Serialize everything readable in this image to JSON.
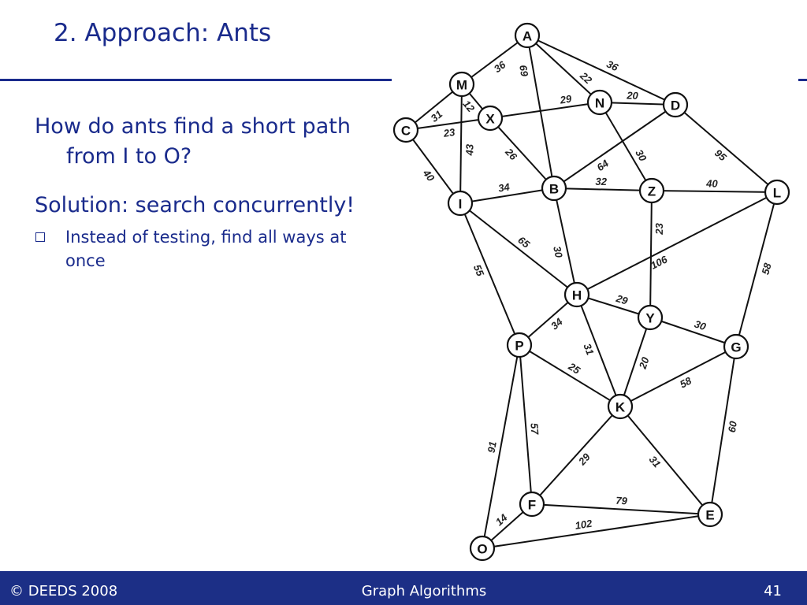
{
  "slide": {
    "title": "2. Approach: Ants",
    "bullet1": "How do ants find a short path from I to O?",
    "bullet2": "Solution: search concurrently!",
    "sub_bullet": "Instead of testing, find all ways at once"
  },
  "footer": {
    "left": "© DEEDS 2008",
    "center": "Graph Algorithms",
    "page": "41"
  },
  "graph": {
    "nodes": [
      "A",
      "M",
      "X",
      "N",
      "D",
      "C",
      "B",
      "Z",
      "L",
      "I",
      "H",
      "Y",
      "P",
      "G",
      "K",
      "F",
      "E",
      "O"
    ],
    "edges": [
      {
        "from": "A",
        "to": "M",
        "weight": "36"
      },
      {
        "from": "A",
        "to": "N",
        "weight": "22"
      },
      {
        "from": "A",
        "to": "D",
        "weight": "36"
      },
      {
        "from": "A",
        "to": "B",
        "weight": "69"
      },
      {
        "from": "M",
        "to": "C",
        "weight": "31"
      },
      {
        "from": "M",
        "to": "X",
        "weight": "12"
      },
      {
        "from": "M",
        "to": "I",
        "weight": "43"
      },
      {
        "from": "X",
        "to": "C",
        "weight": "23"
      },
      {
        "from": "X",
        "to": "N",
        "weight": "29"
      },
      {
        "from": "X",
        "to": "B",
        "weight": "26"
      },
      {
        "from": "N",
        "to": "D",
        "weight": "20"
      },
      {
        "from": "N",
        "to": "Z",
        "weight": "30"
      },
      {
        "from": "D",
        "to": "B",
        "weight": "64"
      },
      {
        "from": "D",
        "to": "L",
        "weight": "95"
      },
      {
        "from": "C",
        "to": "I",
        "weight": "40"
      },
      {
        "from": "I",
        "to": "B",
        "weight": "34"
      },
      {
        "from": "B",
        "to": "Z",
        "weight": "32"
      },
      {
        "from": "Z",
        "to": "L",
        "weight": "40"
      },
      {
        "from": "I",
        "to": "H",
        "weight": "65"
      },
      {
        "from": "B",
        "to": "H",
        "weight": "30"
      },
      {
        "from": "Z",
        "to": "Y",
        "weight": "23"
      },
      {
        "from": "L",
        "to": "H",
        "weight": "106"
      },
      {
        "from": "I",
        "to": "P",
        "weight": "55"
      },
      {
        "from": "L",
        "to": "G",
        "weight": "58"
      },
      {
        "from": "H",
        "to": "Y",
        "weight": "29"
      },
      {
        "from": "H",
        "to": "P",
        "weight": "34"
      },
      {
        "from": "Y",
        "to": "G",
        "weight": "30"
      },
      {
        "from": "H",
        "to": "K",
        "weight": "31"
      },
      {
        "from": "Y",
        "to": "K",
        "weight": "20"
      },
      {
        "from": "P",
        "to": "K",
        "weight": "25"
      },
      {
        "from": "G",
        "to": "K",
        "weight": "58"
      },
      {
        "from": "P",
        "to": "F",
        "weight": "57"
      },
      {
        "from": "P",
        "to": "O",
        "weight": "91"
      },
      {
        "from": "K",
        "to": "F",
        "weight": "29"
      },
      {
        "from": "K",
        "to": "E",
        "weight": "31"
      },
      {
        "from": "G",
        "to": "E",
        "weight": "60"
      },
      {
        "from": "F",
        "to": "E",
        "weight": "79"
      },
      {
        "from": "F",
        "to": "O",
        "weight": "14"
      },
      {
        "from": "O",
        "to": "E",
        "weight": "102"
      }
    ]
  }
}
